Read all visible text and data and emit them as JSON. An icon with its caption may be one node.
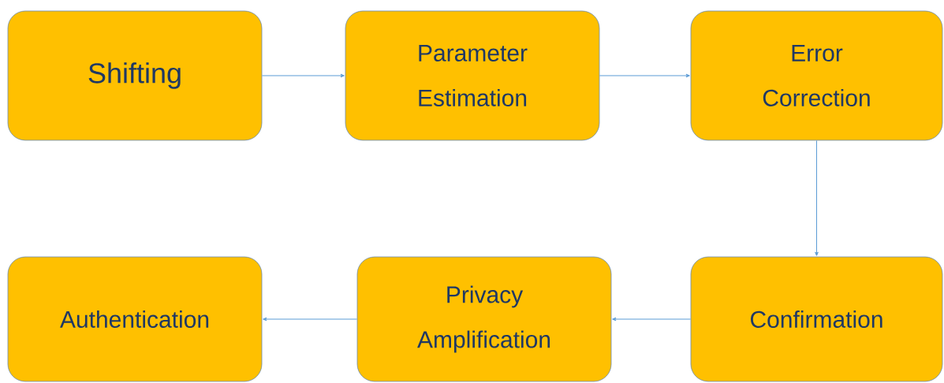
{
  "diagram": {
    "nodes": [
      {
        "text": [
          "Shifting"
        ]
      },
      {
        "text": [
          "Parameter Estimation"
        ]
      },
      {
        "text": [
          "Error Correction"
        ]
      },
      {
        "text": [
          "Confirmation"
        ]
      },
      {
        "text": [
          "Privacy Amplification"
        ]
      },
      {
        "text": [
          "Authentication"
        ]
      }
    ],
    "edges": [
      {
        "from": 0,
        "to": 1,
        "arrow": "to"
      },
      {
        "from": 1,
        "to": 2,
        "arrow": "to"
      },
      {
        "from": 2,
        "to": 3,
        "arrow": "to"
      },
      {
        "from": 3,
        "to": 4,
        "arrow": "to"
      },
      {
        "from": 4,
        "to": 5,
        "arrow": "to"
      }
    ]
  }
}
